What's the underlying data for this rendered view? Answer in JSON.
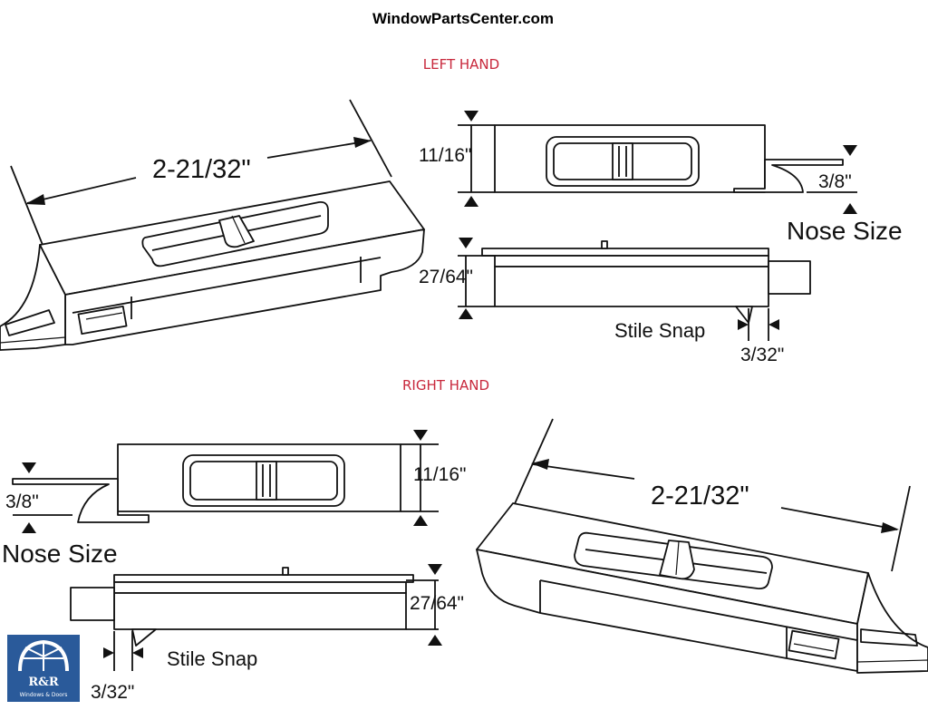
{
  "header": {
    "site": "WindowParts​Center.com"
  },
  "left_hand": {
    "title": "LEFT HAND",
    "length": "2-21/32\"",
    "height": "11/16\"",
    "nose": "3/8\"",
    "nose_label": "Nose Size",
    "depth": "27/64\"",
    "stile_snap_label": "Stile Snap",
    "stile_snap": "3/32\""
  },
  "right_hand": {
    "title": "RIGHT HAND",
    "length": "2-21/32\"",
    "height": "11/16\"",
    "nose": "3/8\"",
    "nose_label": "Nose Size",
    "depth": "27/64\"",
    "stile_snap_label": "Stile Snap",
    "stile_snap": "3/32\""
  },
  "logo": {
    "initials": "R&R",
    "subtitle": "Windows & Doors",
    "color": "#2a5a9a"
  },
  "colors": {
    "title": "#c8283c",
    "line": "#111111"
  }
}
